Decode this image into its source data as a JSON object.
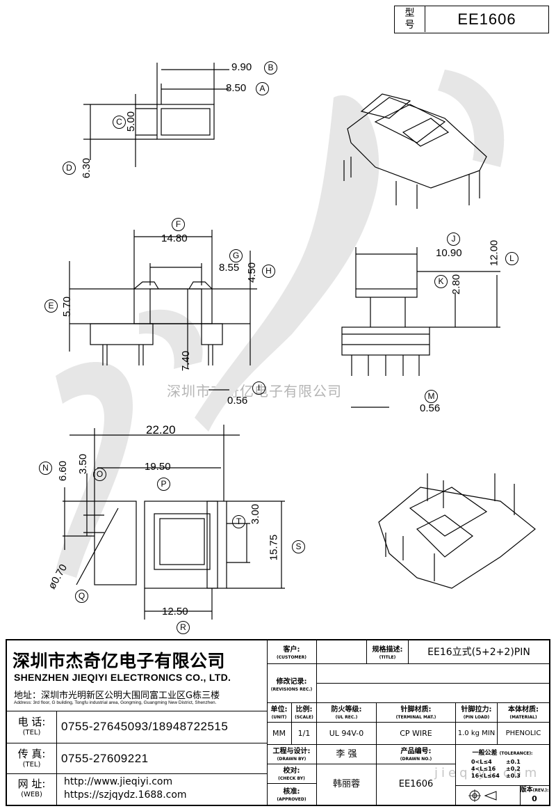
{
  "model_box": {
    "label": "型\n号",
    "value": "EE1606"
  },
  "watermark": {
    "text": "深圳市杰奇亿电子有限公司",
    "url": "jieqiyi.com"
  },
  "dimensions": {
    "B": "9.90",
    "A": "8.50",
    "C": "5.00",
    "D": "6.30",
    "F": "14.80",
    "G": "8.55",
    "H": "4.50",
    "E": "5.70",
    "I": "7.40",
    "I2": "0.56",
    "J": "10.90",
    "L": "12.00",
    "K": "2.80",
    "M": "0.56",
    "rr": "22.20",
    "N": "6.60",
    "O": "3.50",
    "P": "19.50",
    "S": "15.75",
    "T": "3.00",
    "Q": "ø0.70",
    "R": "12.50"
  },
  "circle_labels": {
    "A": "A",
    "B": "B",
    "C": "C",
    "D": "D",
    "E": "E",
    "F": "F",
    "G": "G",
    "H": "H",
    "I": "I",
    "J": "J",
    "K": "K",
    "L": "L",
    "M": "M",
    "N": "N",
    "O": "O",
    "P": "P",
    "Q": "Q",
    "R": "R",
    "S": "S",
    "T": "T"
  },
  "company": {
    "name_cn": "深圳市杰奇亿电子有限公司",
    "name_en": "SHENZHEN JIEQIYI ELECTRONICS CO., LTD.",
    "address_label": "地址：",
    "address_cn": "深圳市光明新区公明大围同富工业区G栋三楼",
    "address_en": "Address: 3rd floor, G building, Tongfu industrial area, Gongming, Guangming New District, Shenzhen.",
    "tel_label": "电 话:",
    "tel_sub": "(TEL)",
    "tel": "0755-27645093/18948722515",
    "fax_label": "传 真:",
    "fax_sub": "(TEL)",
    "fax": "0755-27609221",
    "web_label": "网 址:",
    "web_sub": "(WEB)",
    "web1": "http://www.jieqiyi.com",
    "web2": "https://szjqydz.1688.com"
  },
  "title_block": {
    "customer_label": "客户:",
    "customer_sub": "(CUSTOMER)",
    "customer": "",
    "title_label": "规格描述:",
    "title_sub": "(TITLE)",
    "title": "EE16立式(5+2+2)PIN",
    "rev_label": "修改记录:",
    "rev_sub": "(REVISIONS REC.)",
    "unit_label": "单位:",
    "unit_sub": "(UNIT)",
    "unit": "MM",
    "scale_label": "比例:",
    "scale_sub": "(SCALE)",
    "scale": "1/1",
    "ul_label": "防火等级:",
    "ul_sub": "(UL REC.)",
    "ul": "UL 94V-0",
    "terminal_label": "针脚材质:",
    "terminal_sub": "(TERMINAL MAT.)",
    "terminal": "CP WIRE",
    "pinload_label": "针脚拉力:",
    "pinload_sub": "(PIN LOAD)",
    "pinload": "1.0 kg MIN",
    "material_label": "本体材质:",
    "material_sub": "(MATERIAL)",
    "material": "PHENOLIC",
    "drawn_label": "工程与设计:",
    "drawn_sub": "(DRAWN BY)",
    "drawn": "李  强",
    "drawing_no_label": "产品编号:",
    "drawing_no_sub": "(DRAWN NO.)",
    "drawing_no": "EE1606",
    "check_label": "校对:",
    "check_sub": "(CHECK BY)",
    "approved_label": "核准:",
    "approved_sub": "(APPROVED)",
    "approved": "韩丽蓉",
    "tolerance_label": "一般公差",
    "tolerance_sub": "(TOLERANCE):",
    "tol_rows": [
      [
        "0<L≤4",
        "±0.1"
      ],
      [
        "4<L≤16",
        "±0.2"
      ],
      [
        "16<L≤64",
        "±0.3"
      ]
    ],
    "version_label": "版本",
    "version_sub": "(REV.):",
    "version": "0"
  }
}
